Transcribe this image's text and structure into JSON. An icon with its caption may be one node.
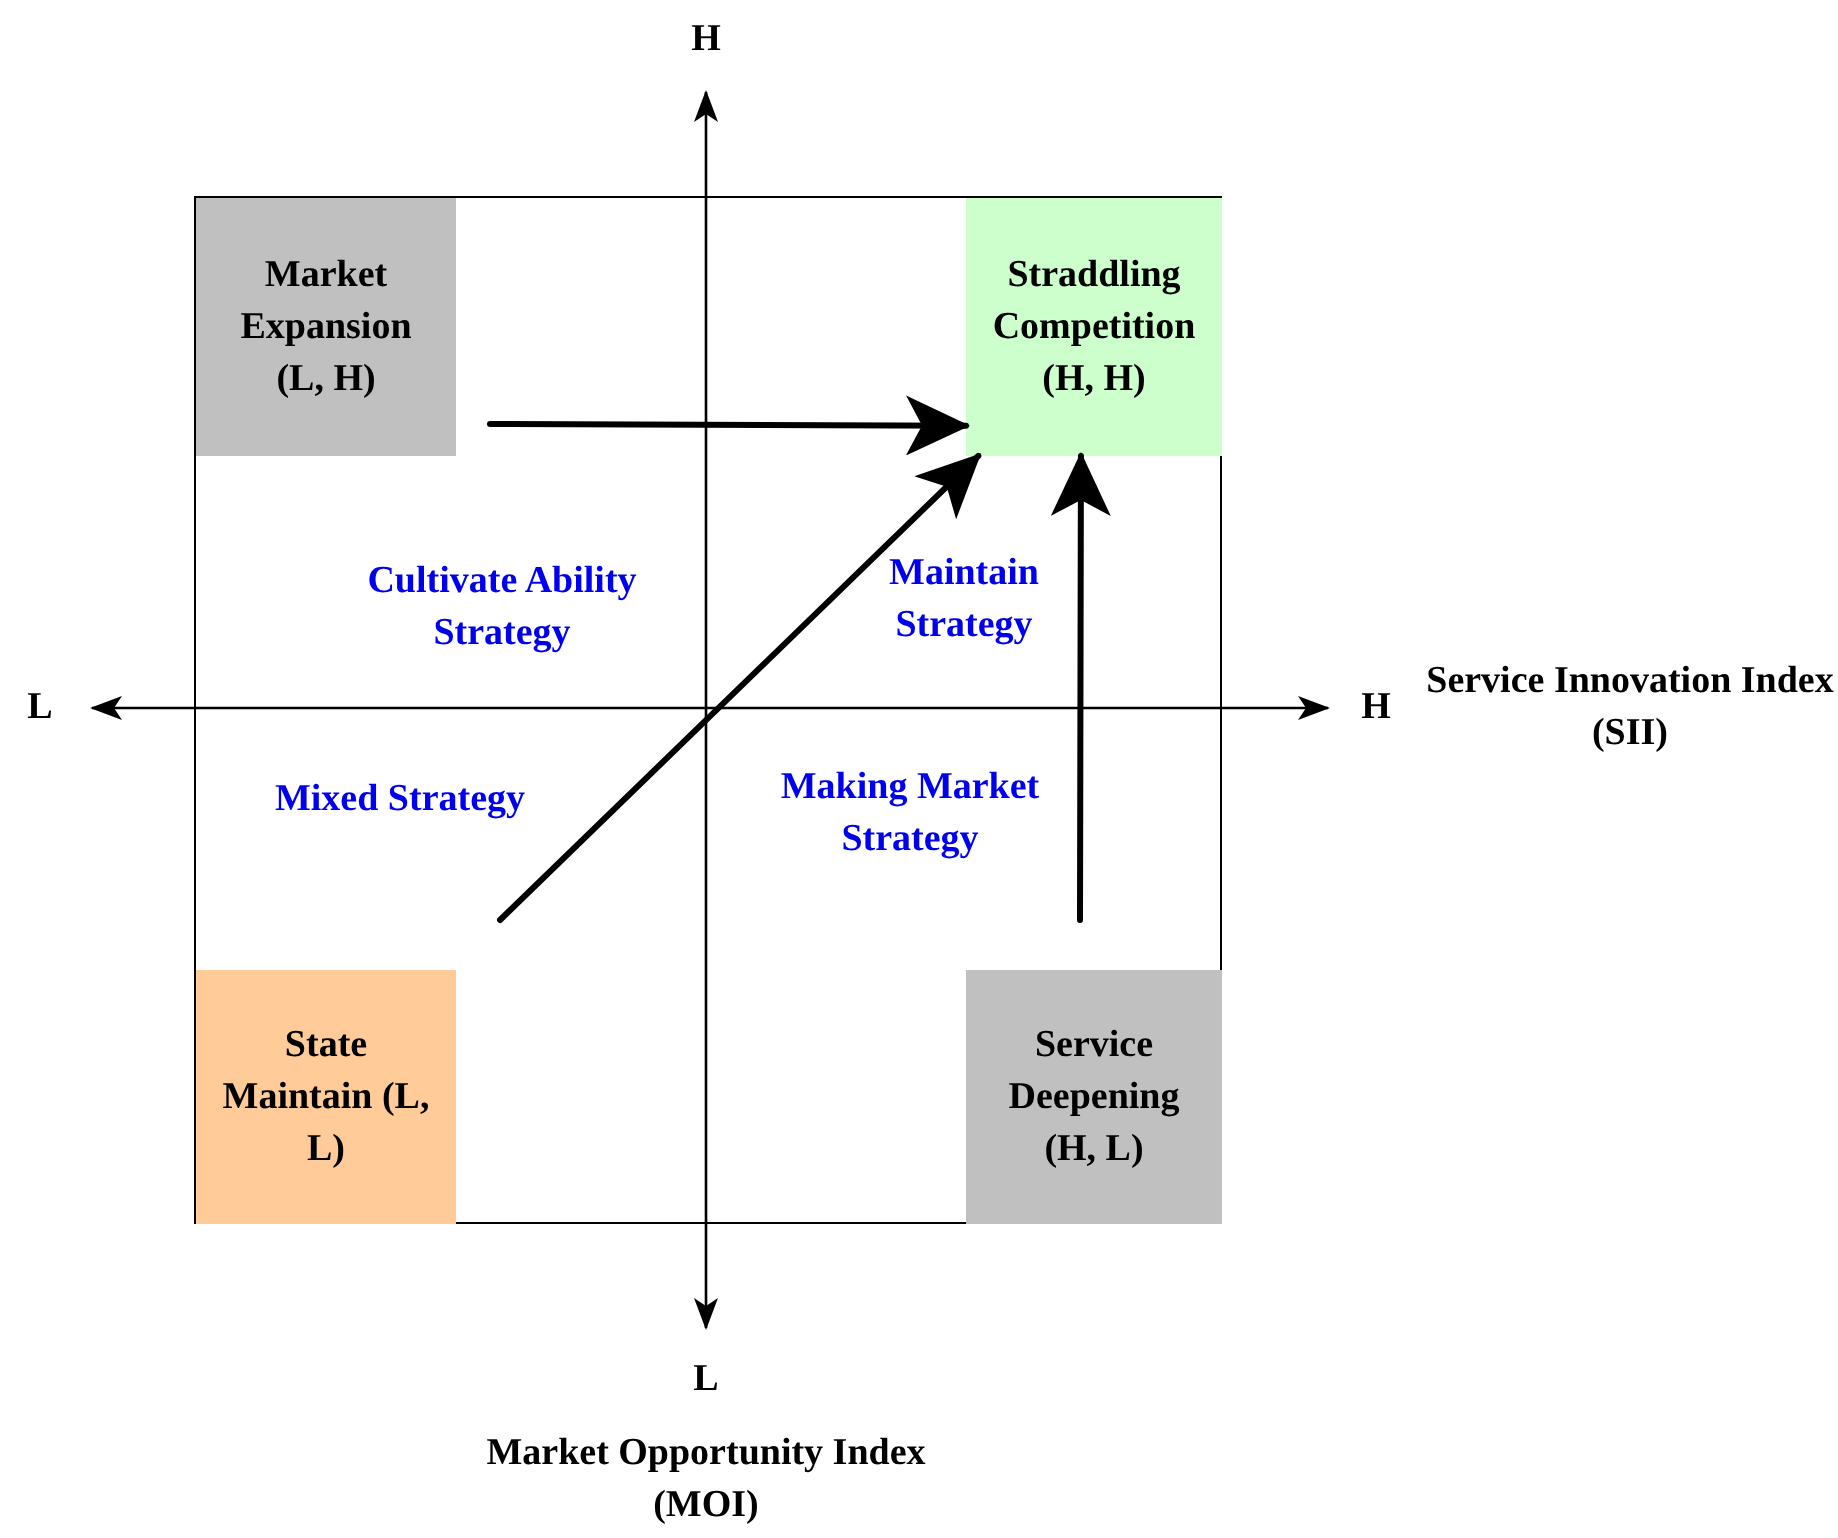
{
  "diagram": {
    "nodes": [
      {
        "text": [],
        "shape": "box"
      },
      {
        "text": [
          "Market Expansion (L, H)"
        ],
        "in": 0
      },
      {
        "text": [
          "Straddling Competition (H, H)"
        ],
        "in": 0
      },
      {
        "text": [
          "State Maintain (L, L)"
        ],
        "in": 0
      },
      {
        "text": [
          "Service Deepening (H, L)"
        ],
        "in": 0
      }
    ],
    "edges": [
      {
        "from": null,
        "to": 2,
        "arrow": "to"
      },
      {
        "from": null,
        "to": 2,
        "arrow": "to"
      },
      {
        "from": null,
        "to": 2,
        "arrow": "to"
      }
    ],
    "labels": [
      "H",
      "Cultivate Ability Strategy",
      "Maintain Strategy",
      "L",
      "H",
      "Service Innovation Index (SII)",
      "Mixed Strategy",
      "Making Market Strategy",
      "L",
      "Market Opportunity Index (MOI)"
    ]
  }
}
